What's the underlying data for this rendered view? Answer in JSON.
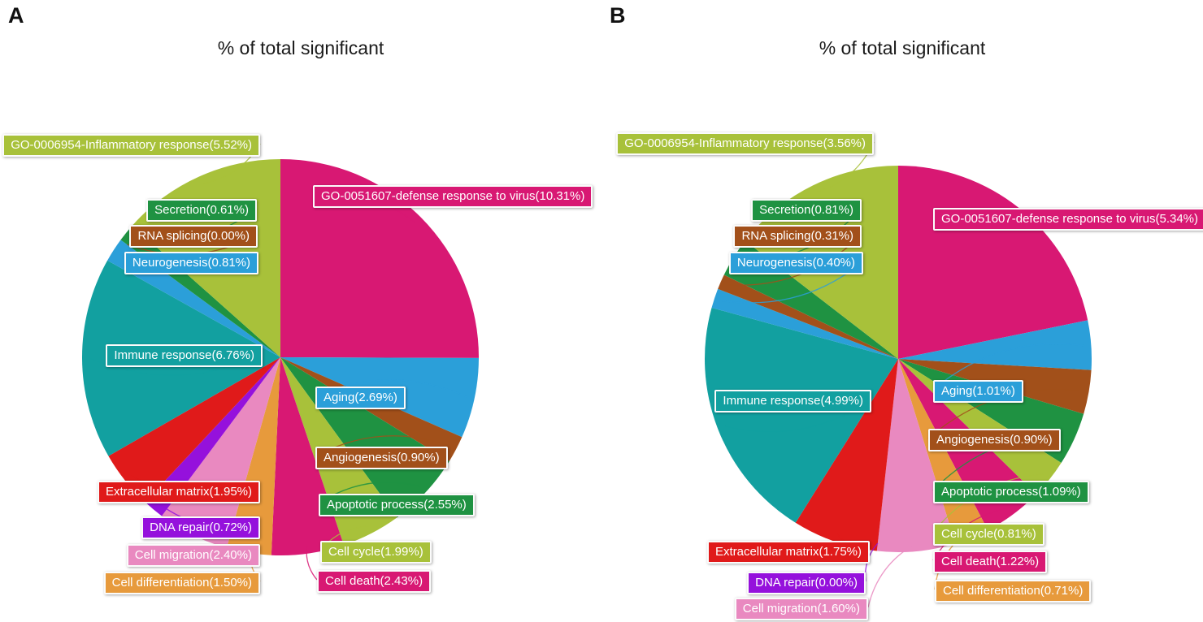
{
  "chart_data": [
    {
      "type": "pie",
      "panel_label": "A",
      "title": "% of total significant",
      "unit": "%",
      "legend_position": "callout-labels",
      "slices": [
        {
          "name": "GO-0051607-defense response to virus",
          "value": 10.31,
          "color": "#D81873"
        },
        {
          "name": "Aging",
          "value": 2.69,
          "color": "#2B9FD9"
        },
        {
          "name": "Angiogenesis",
          "value": 0.9,
          "color": "#A2501A"
        },
        {
          "name": "Apoptotic process",
          "value": 2.55,
          "color": "#1F9242"
        },
        {
          "name": "Cell cycle",
          "value": 1.99,
          "color": "#A8C13A"
        },
        {
          "name": "Cell death",
          "value": 2.43,
          "color": "#D81873"
        },
        {
          "name": "Cell differentiation",
          "value": 1.5,
          "color": "#E79A3C"
        },
        {
          "name": "Cell migration",
          "value": 2.4,
          "color": "#E989C0"
        },
        {
          "name": "DNA repair",
          "value": 0.72,
          "color": "#9511DC"
        },
        {
          "name": "Extracellular matrix",
          "value": 1.95,
          "color": "#E01A1A"
        },
        {
          "name": "Immune response",
          "value": 6.76,
          "color": "#12A0A0"
        },
        {
          "name": "Neurogenesis",
          "value": 0.81,
          "color": "#2B9FD9"
        },
        {
          "name": "RNA splicing",
          "value": 0.0,
          "color": "#A2501A"
        },
        {
          "name": "Secretion",
          "value": 0.61,
          "color": "#1F9242"
        },
        {
          "name": "GO-0006954-Inflammatory response",
          "value": 5.52,
          "color": "#A8C13A"
        }
      ]
    },
    {
      "type": "pie",
      "panel_label": "B",
      "title": "% of total significant",
      "unit": "%",
      "legend_position": "callout-labels",
      "slices": [
        {
          "name": "GO-0051607-defense response to virus",
          "value": 5.34,
          "color": "#D81873"
        },
        {
          "name": "Aging",
          "value": 1.01,
          "color": "#2B9FD9"
        },
        {
          "name": "Angiogenesis",
          "value": 0.9,
          "color": "#A2501A"
        },
        {
          "name": "Apoptotic process",
          "value": 1.09,
          "color": "#1F9242"
        },
        {
          "name": "Cell cycle",
          "value": 0.81,
          "color": "#A8C13A"
        },
        {
          "name": "Cell death",
          "value": 1.22,
          "color": "#D81873"
        },
        {
          "name": "Cell differentiation",
          "value": 0.71,
          "color": "#E79A3C"
        },
        {
          "name": "Cell migration",
          "value": 1.6,
          "color": "#E989C0"
        },
        {
          "name": "DNA repair",
          "value": 0.0,
          "color": "#9511DC"
        },
        {
          "name": "Extracellular matrix",
          "value": 1.75,
          "color": "#E01A1A"
        },
        {
          "name": "Immune response",
          "value": 4.99,
          "color": "#12A0A0"
        },
        {
          "name": "Neurogenesis",
          "value": 0.4,
          "color": "#2B9FD9"
        },
        {
          "name": "RNA splicing",
          "value": 0.31,
          "color": "#A2501A"
        },
        {
          "name": "Secretion",
          "value": 0.81,
          "color": "#1F9242"
        },
        {
          "name": "GO-0006954-Inflammatory response",
          "value": 3.56,
          "color": "#A8C13A"
        }
      ]
    }
  ]
}
